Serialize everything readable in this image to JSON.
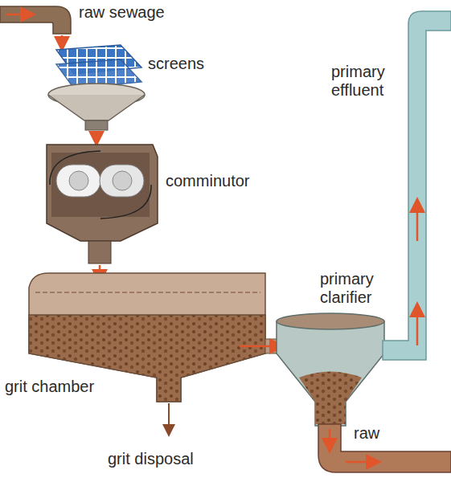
{
  "diagram": {
    "labels": [
      "raw sewage",
      "screens",
      "comminutor",
      "primary effluent",
      "primary clarifier",
      "grit chamber",
      "grit disposal",
      "raw"
    ]
  }
}
